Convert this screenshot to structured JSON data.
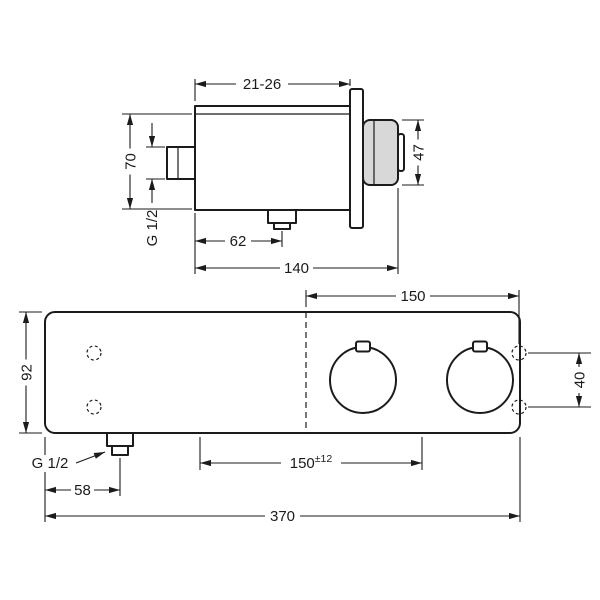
{
  "diagram": {
    "background": "#ffffff",
    "line_color": "#1b1b1b",
    "handle_fill": "#d8d8d8",
    "side_view": {
      "dim_wall_distance": "21-26",
      "dim_body_height": "70",
      "thread_label": "G 1/2",
      "dim_handle_height": "47",
      "dim_outlet_offset": "62",
      "dim_total_depth": "140"
    },
    "front_view": {
      "dim_center_to_port": "150",
      "dim_body_height": "92",
      "dim_port_spacing": "40",
      "thread_label": "G 1/2",
      "dim_connection_spacing": "150",
      "dim_connection_tolerance": "±12",
      "dim_outlet_offset": "58",
      "dim_total_width": "370"
    }
  }
}
